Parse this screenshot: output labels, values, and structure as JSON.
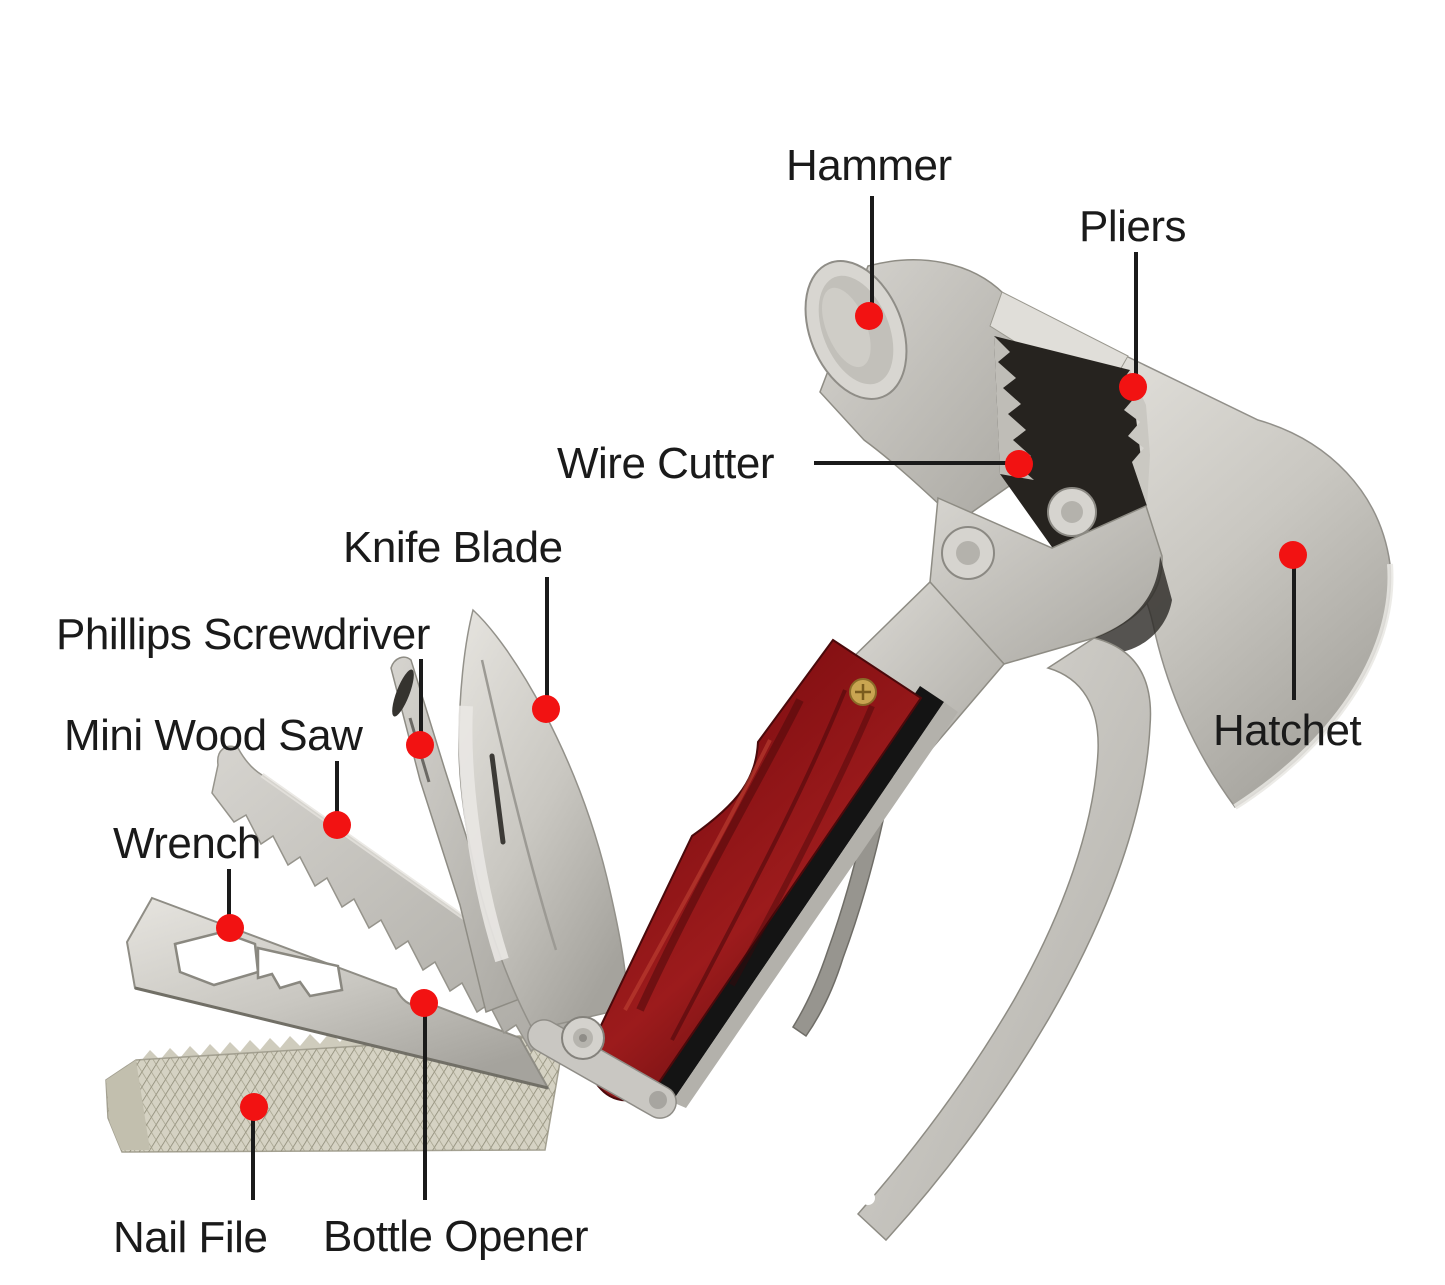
{
  "diagram": {
    "subject": "Multi-tool camping hammer hatchet with fold-out tools",
    "background_color": "#ffffff",
    "annotation_dot_color": "#f21212",
    "annotation_line_color": "#1a1a1a",
    "label_text_color": "#1a1a1a",
    "wood_handle_color": "#8c1418",
    "metal_color": "#c6c4bf",
    "labels": {
      "hammer": "Hammer",
      "pliers": "Pliers",
      "wire_cutter": "Wire Cutter",
      "knife_blade": "Knife Blade",
      "phillips_screwdriver": "Phillips Screwdriver",
      "mini_wood_saw": "Mini Wood Saw",
      "wrench": "Wrench",
      "hatchet": "Hatchet",
      "nail_file": "Nail File",
      "bottle_opener": "Bottle Opener"
    }
  }
}
